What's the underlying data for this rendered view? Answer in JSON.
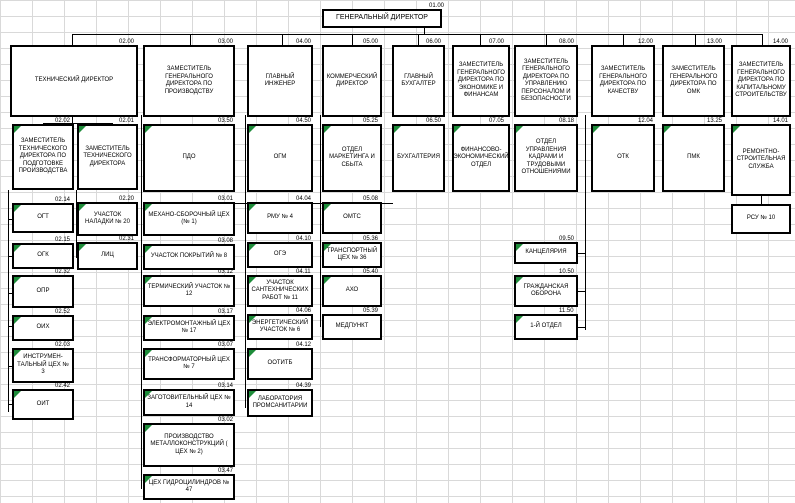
{
  "org": {
    "gd": {
      "code": "01.00",
      "label": "ГЕНЕРАЛЬНЫЙ ДИРЕКТОР"
    },
    "top": [
      {
        "code": "02.00",
        "label": "ТЕХНИЧЕСКИЙ ДИРЕКТОР"
      },
      {
        "code": "03.00",
        "label": "ЗАМЕСТИТЕЛЬ ГЕНЕРАЛЬНОГО ДИРЕКТОРА ПО ПРОИЗВОДСТВУ"
      },
      {
        "code": "04.00",
        "label": "ГЛАВНЫЙ ИНЖЕНЕР"
      },
      {
        "code": "05.00",
        "label": "КОММЕРЧЕСКИЙ ДИРЕКТОР"
      },
      {
        "code": "06.00",
        "label": "ГЛАВНЫЙ БУХГАЛТЕР"
      },
      {
        "code": "07.00",
        "label": "ЗАМЕСТИТЕЛЬ ГЕНЕРАЛЬНОГО ДИРЕКТОРА ПО ЭКОНОМИКЕ И ФИНАНСАМ"
      },
      {
        "code": "08.00",
        "label": "ЗАМЕСТИТЕЛЬ ГЕНЕРАЛЬНОГО ДИРЕКТОРА ПО УПРАВЛЕНИЮ ПЕРСОНАЛОМ И БЕЗОПАСНОСТИ"
      },
      {
        "code": "12.00",
        "label": "ЗАМЕСТИТЕЛЬ ГЕНЕРАЛЬНОГО ДИРЕКТОРА ПО КАЧЕСТВУ"
      },
      {
        "code": "13.00",
        "label": "ЗАМЕСТИТЕЛЬ ГЕНЕРАЛЬНОГО ДИРЕКТОРА ПО ОМК"
      },
      {
        "code": "14.00",
        "label": "ЗАМЕСТИТЕЛЬ ГЕНЕРАЛЬНОГО ДИРЕКТОРА ПО КАПИТАЛЬНОМУ СТРОИТЕЛЬСТВУ"
      }
    ],
    "tech": {
      "dep_prep": {
        "code": "02.02",
        "label": "ЗАМЕСТИТЕЛЬ ТЕХНИЧЕСКОГО ДИРЕКТОРА ПО ПОДГОТОВКЕ ПРОИЗВОДСТВА"
      },
      "dep_tech": {
        "code": "02.01",
        "label": "ЗАМЕСТИТЕЛЬ ТЕХНИЧЕСКОГО ДИРЕКТОРА"
      },
      "col1": [
        {
          "code": "02.14",
          "label": "ОГТ"
        },
        {
          "code": "02.15",
          "label": "ОГК"
        },
        {
          "code": "02.32",
          "label": "ОПР"
        },
        {
          "code": "02.52",
          "label": "ОИХ"
        },
        {
          "code": "02.03",
          "label": "ИНСТРУМЕН-ТАЛЬНЫЙ ЦЕХ № 3"
        },
        {
          "code": "02.42",
          "label": "ОИТ"
        }
      ],
      "col2": [
        {
          "code": "02.20",
          "label": "УЧАСТОК НАЛАДКИ № 20"
        },
        {
          "code": "02.31",
          "label": "ЛИЦ"
        }
      ]
    },
    "prod": [
      {
        "code": "03.50",
        "label": "ПДО"
      },
      {
        "code": "03.01",
        "label": "МЕХАНО-СБОРОЧНЫЙ ЦЕХ (№ 1)"
      },
      {
        "code": "03.08",
        "label": "УЧАСТОК ПОКРЫТИЙ № 8"
      },
      {
        "code": "03.12",
        "label": "ТЕРМИЧЕСКИЙ УЧАСТОК № 12"
      },
      {
        "code": "03.17",
        "label": "ЭЛЕКТРОМОНТАЖНЫЙ ЦЕХ № 17"
      },
      {
        "code": "03.07",
        "label": "ТРАНСФОРМАТОРНЫЙ ЦЕХ № 7"
      },
      {
        "code": "03.14",
        "label": "ЗАГОТОВИТЕЛЬНЫЙ ЦЕХ № 14"
      },
      {
        "code": "03.02",
        "label": "ПРОИЗВОДСТВО МЕТАЛЛОКОНСТРУКЦИЙ ( ЦЕХ № 2)"
      },
      {
        "code": "03.47",
        "label": "ЦЕХ ГИДРОЦИЛИНДРОВ № 47"
      }
    ],
    "eng": [
      {
        "code": "04.50",
        "label": "ОГМ"
      },
      {
        "code": "04.04",
        "label": "РМУ № 4"
      },
      {
        "code": "04.10",
        "label": "ОГЭ"
      },
      {
        "code": "04.11",
        "label": "УЧАСТОК САНТЕХНИЧЕСКИХ РАБОТ № 11"
      },
      {
        "code": "04.06",
        "label": "ЭНЕРГЕТИЧЕСКИЙ УЧАСТОК № 6"
      },
      {
        "code": "04.12",
        "label": "ООТИТБ"
      },
      {
        "code": "04.39",
        "label": "ЛАБОРАТОРИЯ ПРОМСАНИТАРИИ"
      }
    ],
    "comm": [
      {
        "code": "05.25",
        "label": "ОТДЕЛ МАРКЕТИНГА И СБЫТА"
      },
      {
        "code": "05.08",
        "label": "ОМТС"
      },
      {
        "code": "05.36",
        "label": "ТРАНСПОРТНЫЙ ЦЕХ № 36"
      },
      {
        "code": "05.40",
        "label": "АХО"
      },
      {
        "code": "05.39",
        "label": "МЕДПУНКТ"
      }
    ],
    "acc": {
      "code": "06.50",
      "label": "БУХГАЛТЕРИЯ"
    },
    "econ": {
      "code": "07.05",
      "label": "ФИНАНСОВО-ЭКОНОМИЧЕСКИЙ ОТДЕЛ"
    },
    "hr": [
      {
        "code": "08.18",
        "label": "ОТДЕЛ УПРАВЛЕНИЯ КАДРАМИ И ТРУДОВЫМИ ОТНОШЕНИЯМИ"
      },
      {
        "code": "09.50",
        "label": "КАНЦЕЛЯРИЯ"
      },
      {
        "code": "10.50",
        "label": "ГРАЖДАНСКАЯ ОБОРОНА"
      },
      {
        "code": "11.50",
        "label": "1-Й ОТДЕЛ"
      }
    ],
    "qual": {
      "code": "12.04",
      "label": "ОТК"
    },
    "omk": {
      "code": "13.25",
      "label": "ПМК"
    },
    "cap": [
      {
        "code": "14.01",
        "label": "РЕМОНТНО-СТРОИТЕЛЬНАЯ СЛУЖБА"
      },
      {
        "code": "",
        "label": "РСУ № 10"
      }
    ]
  }
}
